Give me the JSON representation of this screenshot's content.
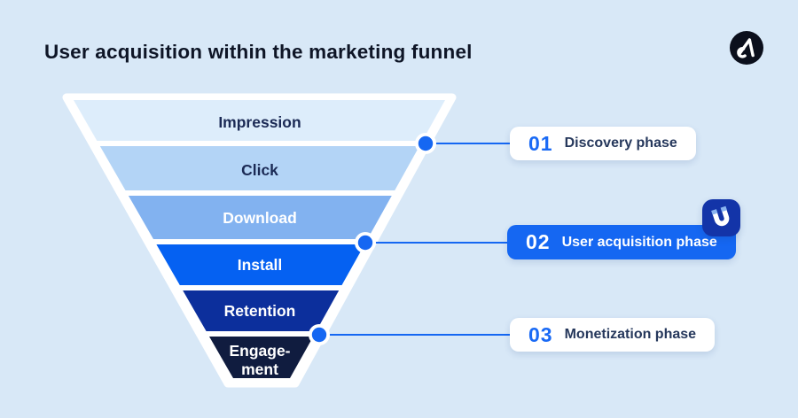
{
  "header": {
    "title": "User acquisition within the marketing funnel"
  },
  "funnel": {
    "stages": [
      {
        "lines": [
          "Impression"
        ],
        "color": "#ddedfb",
        "text_color": "#1b2a55"
      },
      {
        "lines": [
          "Click"
        ],
        "color": "#b3d4f6",
        "text_color": "#1b2a55"
      },
      {
        "lines": [
          "Download"
        ],
        "color": "#82b2f0",
        "text_color": "#ffffff"
      },
      {
        "lines": [
          "Install"
        ],
        "color": "#0561f2",
        "text_color": "#ffffff"
      },
      {
        "lines": [
          "Retention"
        ],
        "color": "#0c2f9c",
        "text_color": "#ffffff"
      },
      {
        "lines": [
          "Engage-",
          "ment"
        ],
        "color": "#101c3f",
        "text_color": "#ffffff"
      }
    ]
  },
  "phases": [
    {
      "number": "01",
      "label": "Discovery phase"
    },
    {
      "number": "02",
      "label": "User acquisition phase"
    },
    {
      "number": "03",
      "label": "Monetization phase"
    }
  ],
  "icons": {
    "logo": "adjust-logo",
    "badge": "magnet-icon"
  },
  "colors": {
    "background": "#d8e8f7",
    "accent_blue": "#1567f2",
    "phase_number_blue": "#1a6af5",
    "phase_label_navy": "#26385c",
    "title_color": "#0e1526",
    "badge_bg": "#1334a8",
    "magnet_tip": "#8ab4f0",
    "logo_bg": "#0b0f1c"
  }
}
